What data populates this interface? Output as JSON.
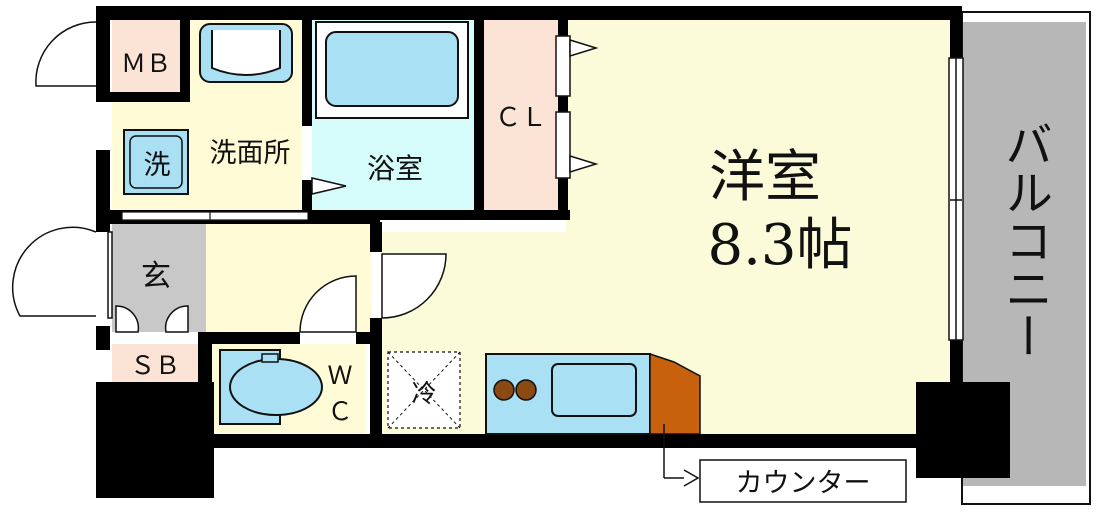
{
  "rooms": {
    "mb": "ＭＢ",
    "washroom": "洗面所",
    "washer": "洗",
    "bath": "浴室",
    "closet": "ＣＬ",
    "western_room": "洋室",
    "western_room_size": "8.3帖",
    "entrance": "玄",
    "shoe_box": "ＳＢ",
    "toilet_w": "Ｗ",
    "toilet_c": "Ｃ",
    "fridge": "冷",
    "balcony": "バルコニー"
  },
  "callouts": {
    "counter": "カウンター"
  },
  "colors": {
    "wall": "#000000",
    "mb_pink": "#fbe4d6",
    "closet_pink": "#fbe4d6",
    "shoe_box_pink": "#fbe4d6",
    "wet_area_yellow": "#fffbd6",
    "bath_cyan": "#d6fbfb",
    "western_room_yellow": "#fbfbd9",
    "fixture_blue": "#a9e0f3",
    "balcony_gray": "#b7b7b7",
    "entrance_gray": "#c8c8c8",
    "counter_brown": "#c8610e",
    "burner_brown": "#8a4a12"
  },
  "icons": [
    "door-swing-icon",
    "sliding-door-icon",
    "window-icon"
  ]
}
